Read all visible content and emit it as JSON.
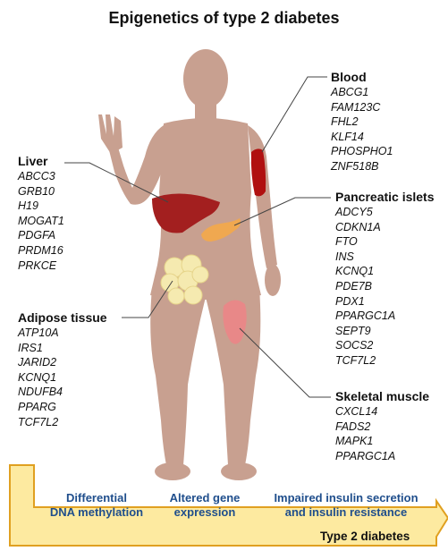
{
  "title": "Epigenetics of type 2 diabetes",
  "groups": {
    "blood": {
      "name": "Blood",
      "genes": [
        "ABCG1",
        "FAM123C",
        "FHL2",
        "KLF14",
        "PHOSPHO1",
        "ZNF518B"
      ]
    },
    "liver": {
      "name": "Liver",
      "genes": [
        "ABCC3",
        "GRB10",
        "H19",
        "MOGAT1",
        "PDGFA",
        "PRDM16",
        "PRKCE"
      ]
    },
    "pancreatic_islets": {
      "name": "Pancreatic islets",
      "genes": [
        "ADCY5",
        "CDKN1A",
        "FTO",
        "INS",
        "KCNQ1",
        "PDE7B",
        "PDX1",
        "PPARGC1A",
        "SEPT9",
        "SOCS2",
        "TCF7L2"
      ]
    },
    "adipose_tissue": {
      "name": "Adipose tissue",
      "genes": [
        "ATP10A",
        "IRS1",
        "JARID2",
        "KCNQ1",
        "NDUFB4",
        "PPARG",
        "TCF7L2"
      ]
    },
    "skeletal_muscle": {
      "name": "Skeletal muscle",
      "genes": [
        "CXCL14",
        "FADS2",
        "MAPK1",
        "PPARGC1A"
      ]
    }
  },
  "steps": {
    "step1": {
      "line1": "Differential",
      "line2": "DNA methylation"
    },
    "step2": {
      "line1": "Altered gene",
      "line2": "expression"
    },
    "step3": {
      "line1": "Impaired insulin secretion",
      "line2": "and insulin resistance"
    }
  },
  "outcome": "Type 2 diabetes",
  "colors": {
    "body": "#c8a090",
    "liver": "#a31f1f",
    "pancreas": "#f0a850",
    "blood_vessel": "#b01010",
    "fat": "#f5eab0",
    "muscle": "#e88888",
    "arrow_fill": "#fdeaa0",
    "arrow_stroke": "#e0a020",
    "step_text": "#1f4e8c"
  }
}
